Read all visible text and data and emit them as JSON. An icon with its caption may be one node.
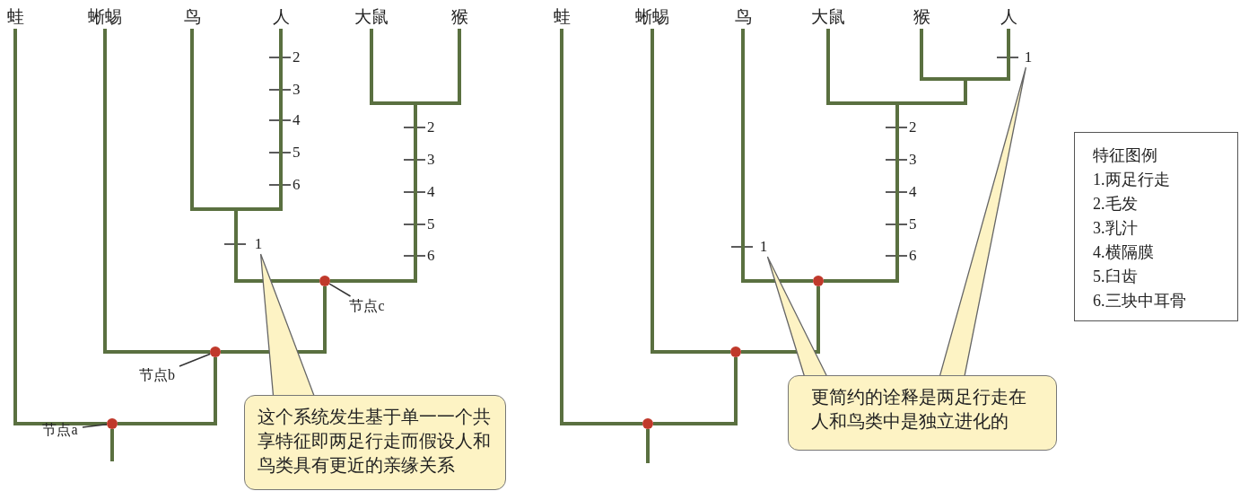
{
  "diagram": {
    "nodes": [
      {
        "text": [
          "蛙"
        ]
      },
      {
        "text": [
          "蜥蜴"
        ]
      },
      {
        "text": [
          "鸟"
        ]
      },
      {
        "text": [
          "人"
        ]
      },
      {
        "text": [
          "大鼠"
        ]
      },
      {
        "text": [
          "猴"
        ]
      },
      {
        "text": [],
        "shape": "circle"
      },
      {
        "text": [],
        "shape": "circle"
      },
      {
        "text": [],
        "shape": "circle"
      },
      {
        "text": [
          "节点a"
        ]
      },
      {
        "text": [
          "节点b"
        ]
      },
      {
        "text": [
          "节点c"
        ]
      },
      {
        "text": [
          "1"
        ]
      },
      {
        "text": [
          "这个系统发生基于单一一个共享特征即两足行走而假设人和鸟类具有更近的亲缘关系"
        ]
      },
      {
        "text": [
          "蛙"
        ]
      },
      {
        "text": [
          "蜥蜴"
        ]
      },
      {
        "text": [
          "鸟"
        ]
      },
      {
        "text": [
          "大鼠"
        ]
      },
      {
        "text": [
          "猴"
        ]
      },
      {
        "text": [
          "人"
        ]
      },
      {
        "text": [],
        "shape": "circle"
      },
      {
        "text": [],
        "shape": "circle"
      },
      {
        "text": [],
        "shape": "circle"
      },
      {
        "text": [
          "1"
        ]
      },
      {
        "text": [
          "1"
        ]
      },
      {
        "text": [
          "更简约的诠释是两足行走在人和鸟类中是独立进化的"
        ]
      },
      {
        "text": [
          "特征图例",
          "1.两足行走",
          "2.毛发",
          "3.乳汁",
          "4.横隔膜",
          "5.臼齿",
          "6.三块中耳骨"
        ]
      }
    ],
    "edges": [
      {
        "from": 6,
        "to": 0,
        "arrow": "none"
      },
      {
        "from": 6,
        "to": 7,
        "arrow": "none"
      },
      {
        "from": 7,
        "to": 1,
        "arrow": "none"
      },
      {
        "from": 7,
        "to": 8,
        "arrow": "none"
      },
      {
        "from": 8,
        "to": 2,
        "arrow": "none"
      },
      {
        "from": 8,
        "to": 3,
        "arrow": "none"
      },
      {
        "from": 8,
        "to": 4,
        "arrow": "none"
      },
      {
        "from": 8,
        "to": 5,
        "arrow": "none"
      },
      {
        "from": null,
        "to": 6,
        "arrow": "none"
      },
      {
        "from": 9,
        "to": 6,
        "arrow": "none"
      },
      {
        "from": 10,
        "to": 7,
        "arrow": "none"
      },
      {
        "from": 11,
        "to": 8,
        "arrow": "none"
      },
      {
        "from": 13,
        "to": 12,
        "arrow": "none"
      },
      {
        "from": 20,
        "to": 14,
        "arrow": "none"
      },
      {
        "from": 20,
        "to": 21,
        "arrow": "none"
      },
      {
        "from": 21,
        "to": 15,
        "arrow": "none"
      },
      {
        "from": 21,
        "to": 22,
        "arrow": "none"
      },
      {
        "from": 22,
        "to": 16,
        "arrow": "none"
      },
      {
        "from": 22,
        "to": 17,
        "arrow": "none"
      },
      {
        "from": 22,
        "to": 18,
        "arrow": "none"
      },
      {
        "from": 22,
        "to": 19,
        "arrow": "none"
      },
      {
        "from": null,
        "to": 20,
        "arrow": "none"
      },
      {
        "from": 25,
        "to": 23,
        "arrow": "none"
      },
      {
        "from": 25,
        "to": 24,
        "arrow": "none"
      }
    ],
    "labels": [
      "2",
      "3",
      "4",
      "5",
      "6",
      "2",
      "3",
      "4",
      "5",
      "6",
      "2",
      "3",
      "4",
      "5",
      "6"
    ]
  }
}
